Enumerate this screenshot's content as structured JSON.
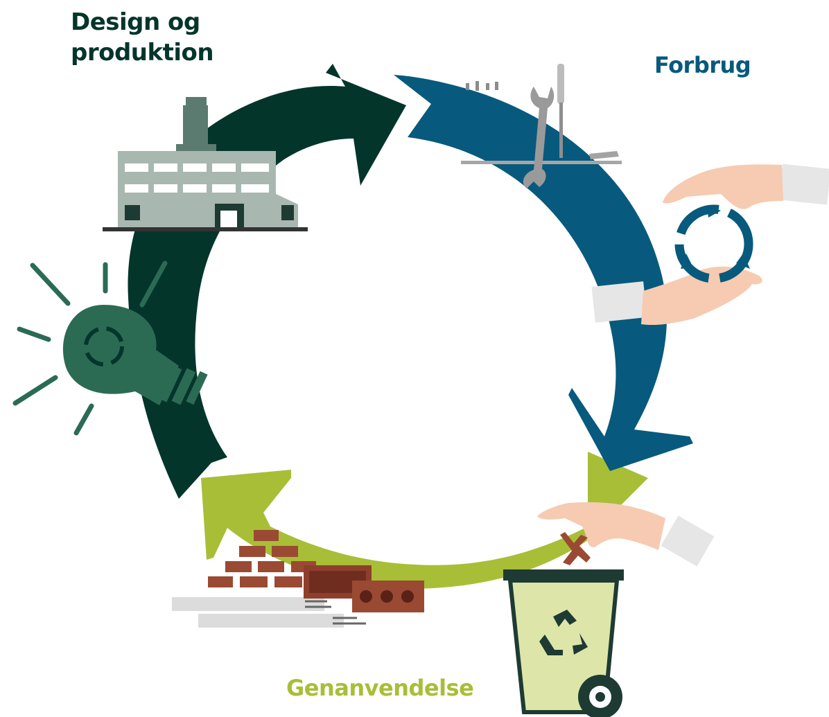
{
  "stages": {
    "design": {
      "line1": "Design og",
      "line2": "produktion"
    },
    "use": {
      "label": "Forbrug"
    },
    "recycling": {
      "label": "Genanvendelse"
    }
  },
  "colors": {
    "design_arrow": "#04352b",
    "use_arrow": "#075a7d",
    "recycling_arrow": "#a8be37",
    "bulb": "#2b6b54",
    "factory_wall": "#a9b7b1",
    "factory_chimney": "#5b7a70",
    "brick": "#9a4a32",
    "bin": "#dde6a8",
    "skin": "#f6cbb1"
  },
  "icons": {
    "design": [
      "lightbulb-icon",
      "factory-icon"
    ],
    "use": [
      "tools-icon",
      "hands-with-cycle-icon"
    ],
    "recycling": [
      "bricks-icon",
      "recycle-bin-icon"
    ]
  }
}
